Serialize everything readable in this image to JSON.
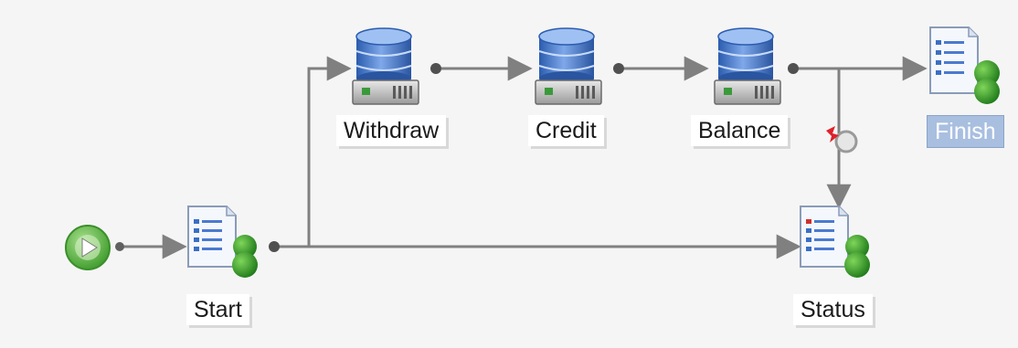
{
  "diagram": {
    "nodes": [
      {
        "id": "start_event",
        "label": "",
        "icon": "play-start-icon"
      },
      {
        "id": "start",
        "label": "Start",
        "icon": "human-task-icon"
      },
      {
        "id": "withdraw",
        "label": "Withdraw",
        "icon": "database-service-icon"
      },
      {
        "id": "credit",
        "label": "Credit",
        "icon": "database-service-icon"
      },
      {
        "id": "balance",
        "label": "Balance",
        "icon": "database-service-icon"
      },
      {
        "id": "finish",
        "label": "Finish",
        "icon": "human-task-icon",
        "selected": true
      },
      {
        "id": "status",
        "label": "Status",
        "icon": "human-task-icon"
      }
    ],
    "edges": [
      {
        "from": "start_event",
        "to": "start"
      },
      {
        "from": "start",
        "to": "withdraw"
      },
      {
        "from": "withdraw",
        "to": "credit"
      },
      {
        "from": "credit",
        "to": "balance"
      },
      {
        "from": "balance",
        "to": "finish"
      },
      {
        "from": "balance",
        "to": "status",
        "marker": "error-icon"
      },
      {
        "from": "start",
        "to": "status"
      }
    ],
    "colors": {
      "connector": "#808080",
      "start_green": "#5fbf4a",
      "db_blue": "#3f73c8",
      "selected_label": "#a9bfe0",
      "error_marker": "#e0202a"
    }
  }
}
